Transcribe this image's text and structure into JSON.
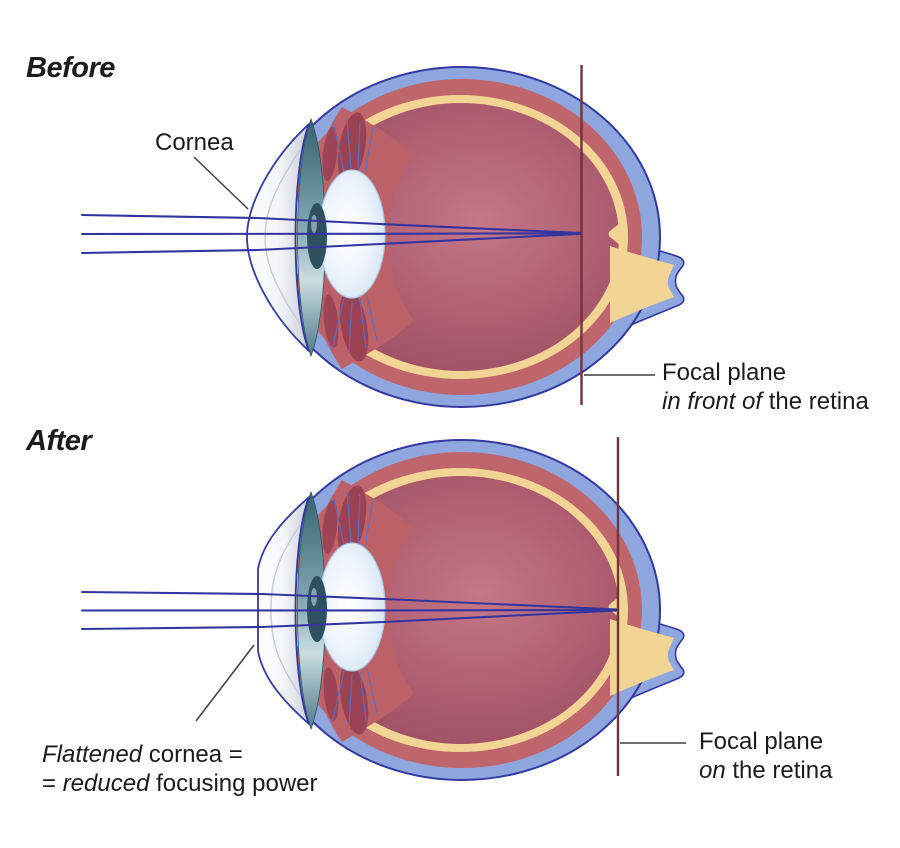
{
  "titles": {
    "before": "Before",
    "after": "After"
  },
  "labels": {
    "cornea": "Cornea",
    "focal_before": {
      "line1": "Focal plane",
      "line2_italic": "in front of",
      "line2_rest": " the retina"
    },
    "focal_after": {
      "line1": "Focal plane",
      "line2_italic": "on",
      "line2_rest": " the retina"
    },
    "flattened": {
      "line1_italic": "Flattened",
      "line1_rest": " cornea =",
      "line2_start": "= ",
      "line2_italic": "reduced",
      "line2_rest": " focusing power"
    }
  },
  "colors": {
    "text": "#1b1b1b",
    "sclera": "#8FA7DE",
    "outline": "#3339A0",
    "choroid": "#BF666C",
    "retina_layer": "#F2D494",
    "vitreous_center": "#C57888",
    "vitreous_edge": "#96475C",
    "ciliary": "#BD6168",
    "ciliary_dark": "#963F52",
    "ray": "#3434A0",
    "focal_line": "#73323C",
    "pointer_line": "#3F3F3F"
  }
}
